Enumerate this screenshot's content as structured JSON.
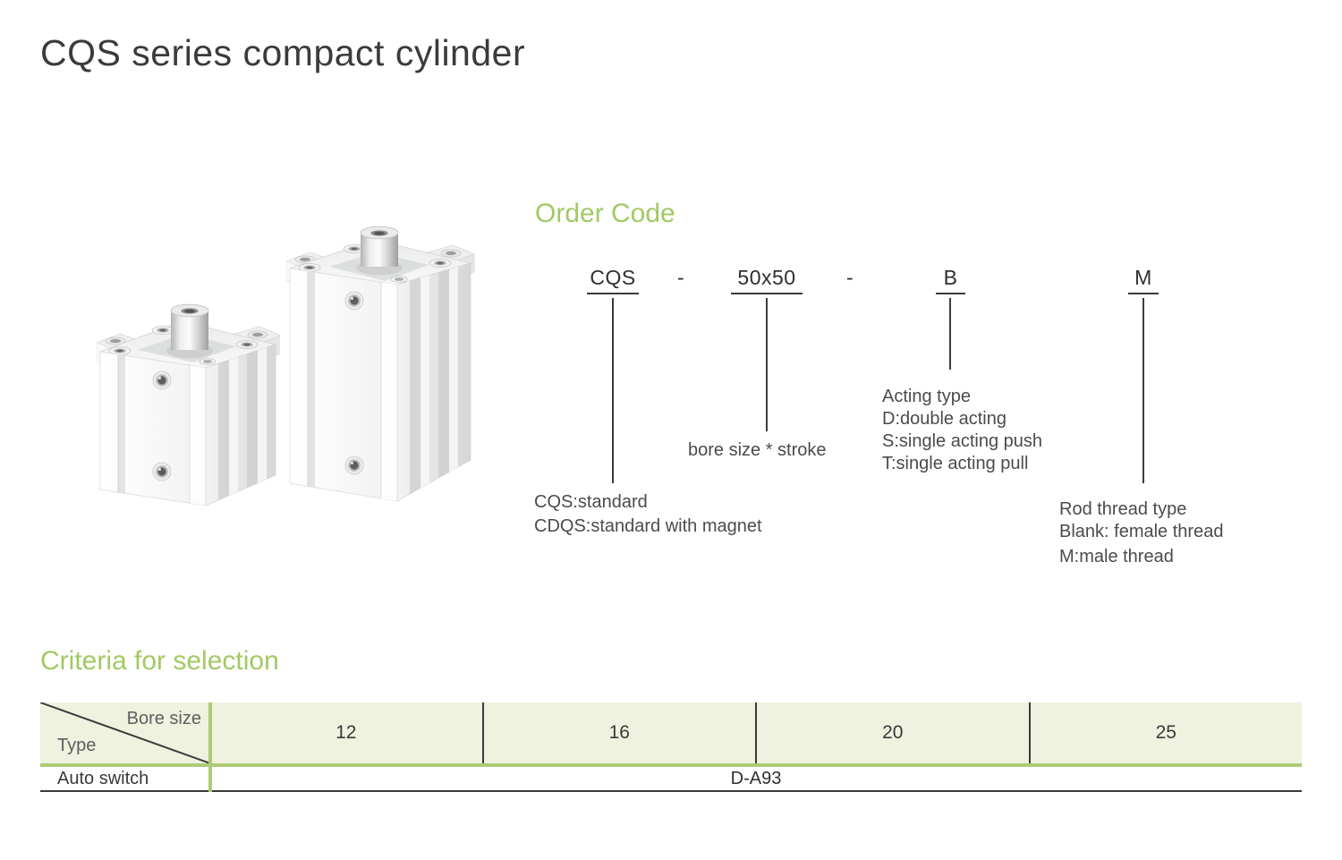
{
  "page": {
    "title": "CQS series compact cylinder"
  },
  "order_code": {
    "heading": "Order Code",
    "code_tokens": {
      "series": "CQS",
      "separator1": "-",
      "bore_stroke": "50x50",
      "separator2": "-",
      "acting": "B",
      "rod_thread": "M"
    },
    "series_notes": {
      "line1": "CQS:standard",
      "line2": "CDQS:standard with magnet"
    },
    "bore_note": "bore size * stroke",
    "acting_notes": {
      "title": "Acting type",
      "line1": "D:double acting",
      "line2": "S:single acting push",
      "line3": "T:single acting pull"
    },
    "thread_notes": {
      "title": "Rod thread type",
      "line1": "Blank: female thread",
      "line2": "M:male thread"
    }
  },
  "criteria": {
    "heading": "Criteria for selection",
    "table": {
      "corner": {
        "top_right": "Bore size",
        "bottom_left": "Type"
      },
      "bore_columns": [
        "12",
        "16",
        "20",
        "25"
      ],
      "row_label": "Auto switch",
      "row_value": "D-A93"
    }
  },
  "colors": {
    "accent_green": "#a2c964",
    "table_line_green": "#aecb78",
    "table_header_bg": "#eef2de",
    "text_dark": "#3a3a3a",
    "text_gray": "#5f5f5f"
  }
}
